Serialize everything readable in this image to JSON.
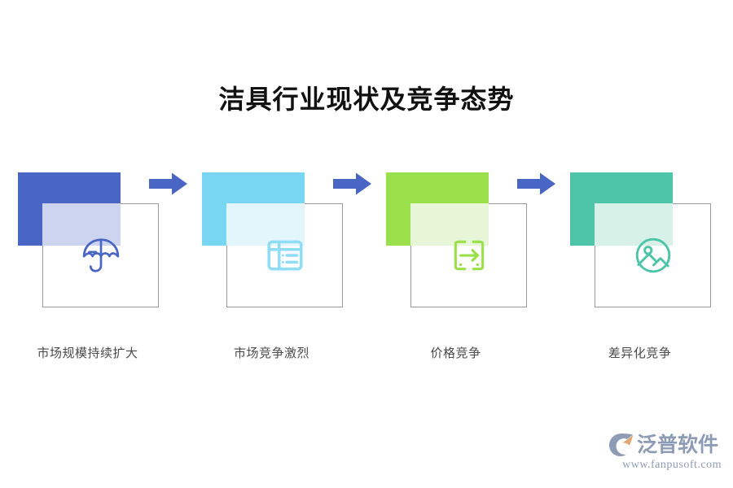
{
  "title": "洁具行业现状及竞争态势",
  "background": "#ffffff",
  "title_color": "#111111",
  "label_color": "#4a4a4a",
  "outline_color": "#9a9a9a",
  "arrow_color": "#4a66c4",
  "arrows": [
    {
      "name": "arrow-1"
    },
    {
      "name": "arrow-2"
    },
    {
      "name": "arrow-3"
    }
  ],
  "steps": [
    {
      "label": "市场规模持续扩大",
      "icon": "umbrella-icon",
      "color": "#4a66c4",
      "tint": "#ccd4ef"
    },
    {
      "label": "市场竞争激烈",
      "icon": "newspaper-list-icon",
      "color": "#79d6f2",
      "tint": "#e2f6fc"
    },
    {
      "label": "价格竞争",
      "icon": "device-transfer-icon",
      "color": "#9ae04b",
      "tint": "#e6f6d6"
    },
    {
      "label": "差异化竞争",
      "icon": "image-circle-icon",
      "color": "#4ec5a8",
      "tint": "#d7f0e8"
    }
  ],
  "watermark": {
    "brand": "泛普软件",
    "url": "www.fanpusoft.com",
    "color": "#8e9bb5",
    "accent": "#e0a878",
    "logo_icon": "fanpu-swoosh-logo-icon"
  }
}
